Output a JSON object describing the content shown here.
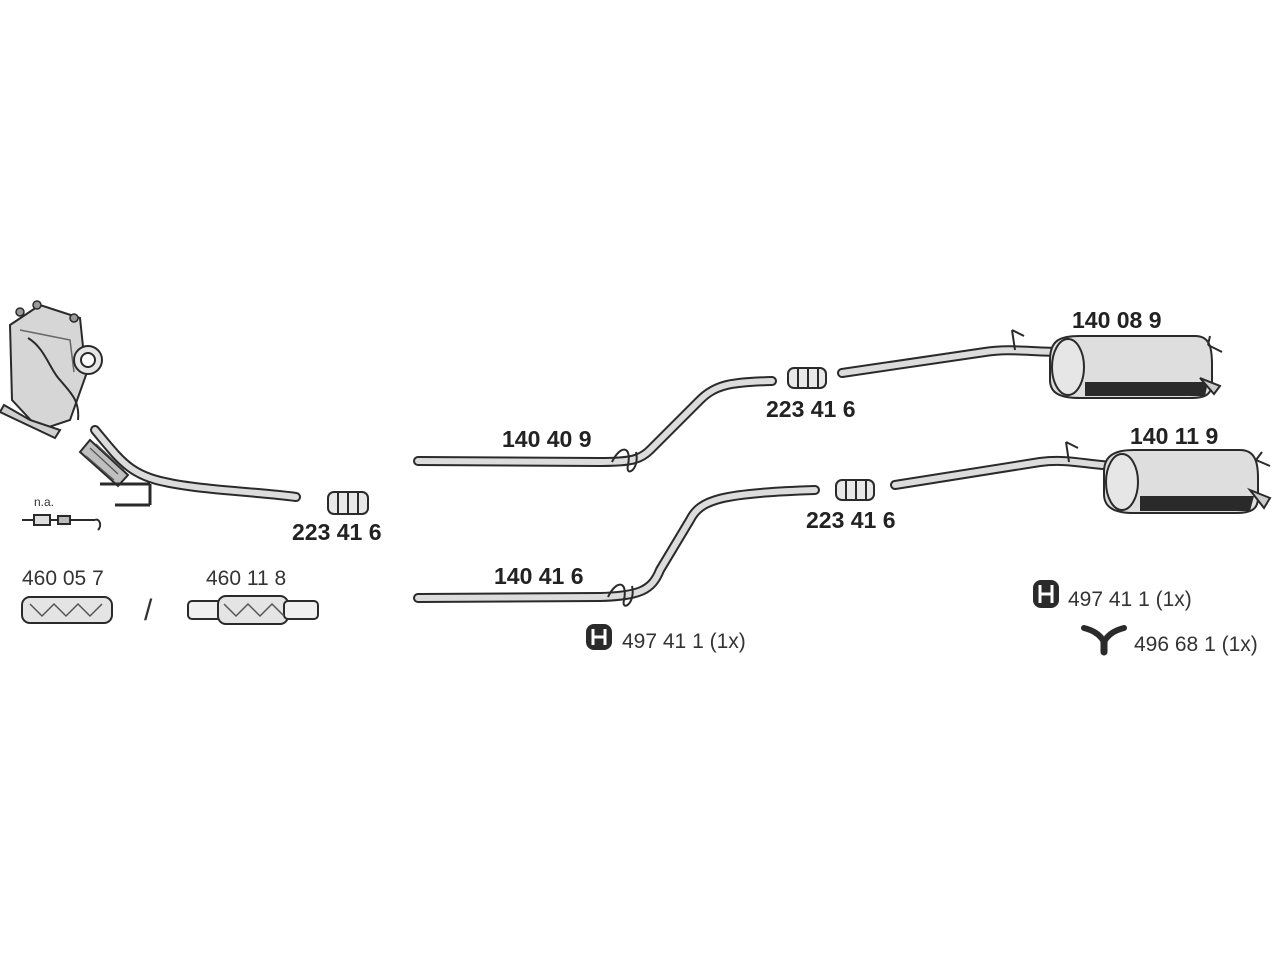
{
  "labels": {
    "na": "n.a.",
    "flex_a": "460 05 7",
    "separator": "/",
    "flex_b": "460 11 8",
    "clamp_front": "223 41 6",
    "pipe_upper": "140 40 9",
    "pipe_lower": "140 41 6",
    "clamp_mid_upper": "223 41 6",
    "clamp_mid_lower": "223 41 6",
    "muffler_upper": "140 08 9",
    "muffler_lower": "140 11 9",
    "mount_center": "497 41 1 (1x)",
    "mount_right": "497 41 1 (1x)",
    "hanger_right": "496 68 1 (1x)"
  },
  "icons": {
    "mount": "rubber-mount-icon",
    "hanger": "y-hanger-icon"
  },
  "colors": {
    "line": "#2a2a2a",
    "fill": "#dcdcdc",
    "text": "#222222"
  }
}
